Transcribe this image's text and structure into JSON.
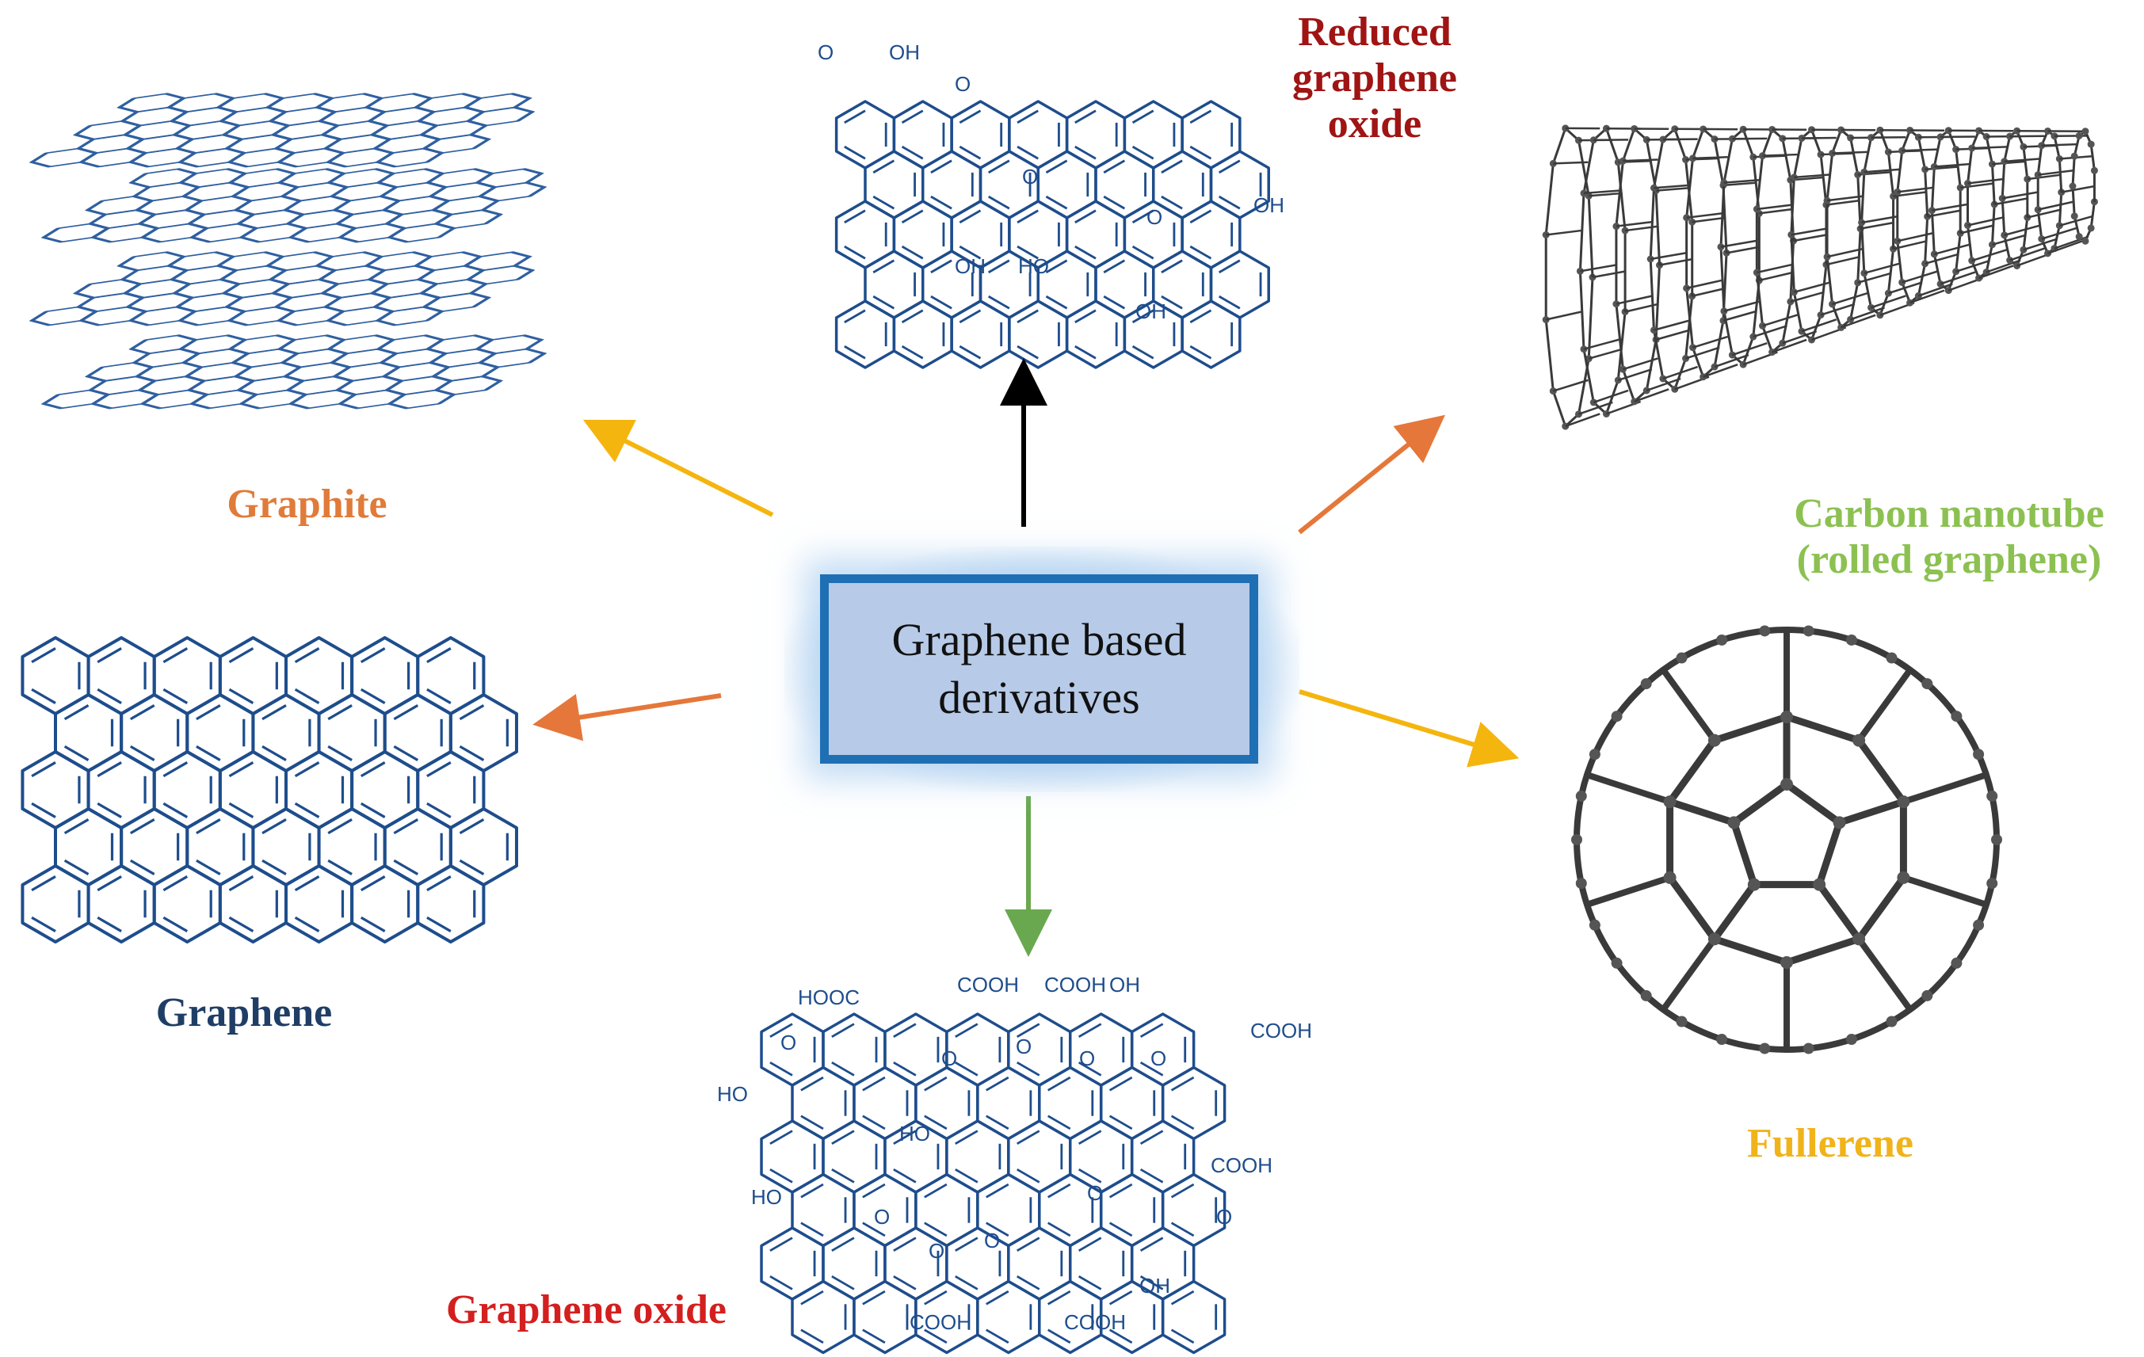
{
  "center": {
    "line1": "Graphene  based",
    "line2": "derivatives"
  },
  "labels": {
    "graphite": "Graphite",
    "graphene": "Graphene",
    "rgo_line1": "Reduced",
    "rgo_line2": "graphene",
    "rgo_line3": "oxide",
    "cnt_line1": "Carbon nanotube",
    "cnt_line2": "(rolled graphene)",
    "fullerene": "Fullerene",
    "go": "Graphene oxide"
  },
  "chem": {
    "cooh": "COOH",
    "hooc": "HOOC",
    "oh": "OH",
    "ho": "HO",
    "o": "O",
    "rgo_acid_o": "O",
    "rgo_acid_oh": "OH"
  },
  "colors": {
    "molecule_blue": "#1e4d8c",
    "graphite_label": "#e07b39",
    "graphene_label": "#1f3e66",
    "rgo_label": "#a01414",
    "cnt_label": "#8cc152",
    "fullerene_label": "#f0b31a",
    "go_label": "#d41f1f",
    "arrow_yellow": "#f5b50f",
    "arrow_orange": "#e5773a",
    "arrow_black": "#000000",
    "arrow_green": "#6aa84f",
    "box_border": "#1f6fb5",
    "box_fill": "#b7cbe8"
  }
}
